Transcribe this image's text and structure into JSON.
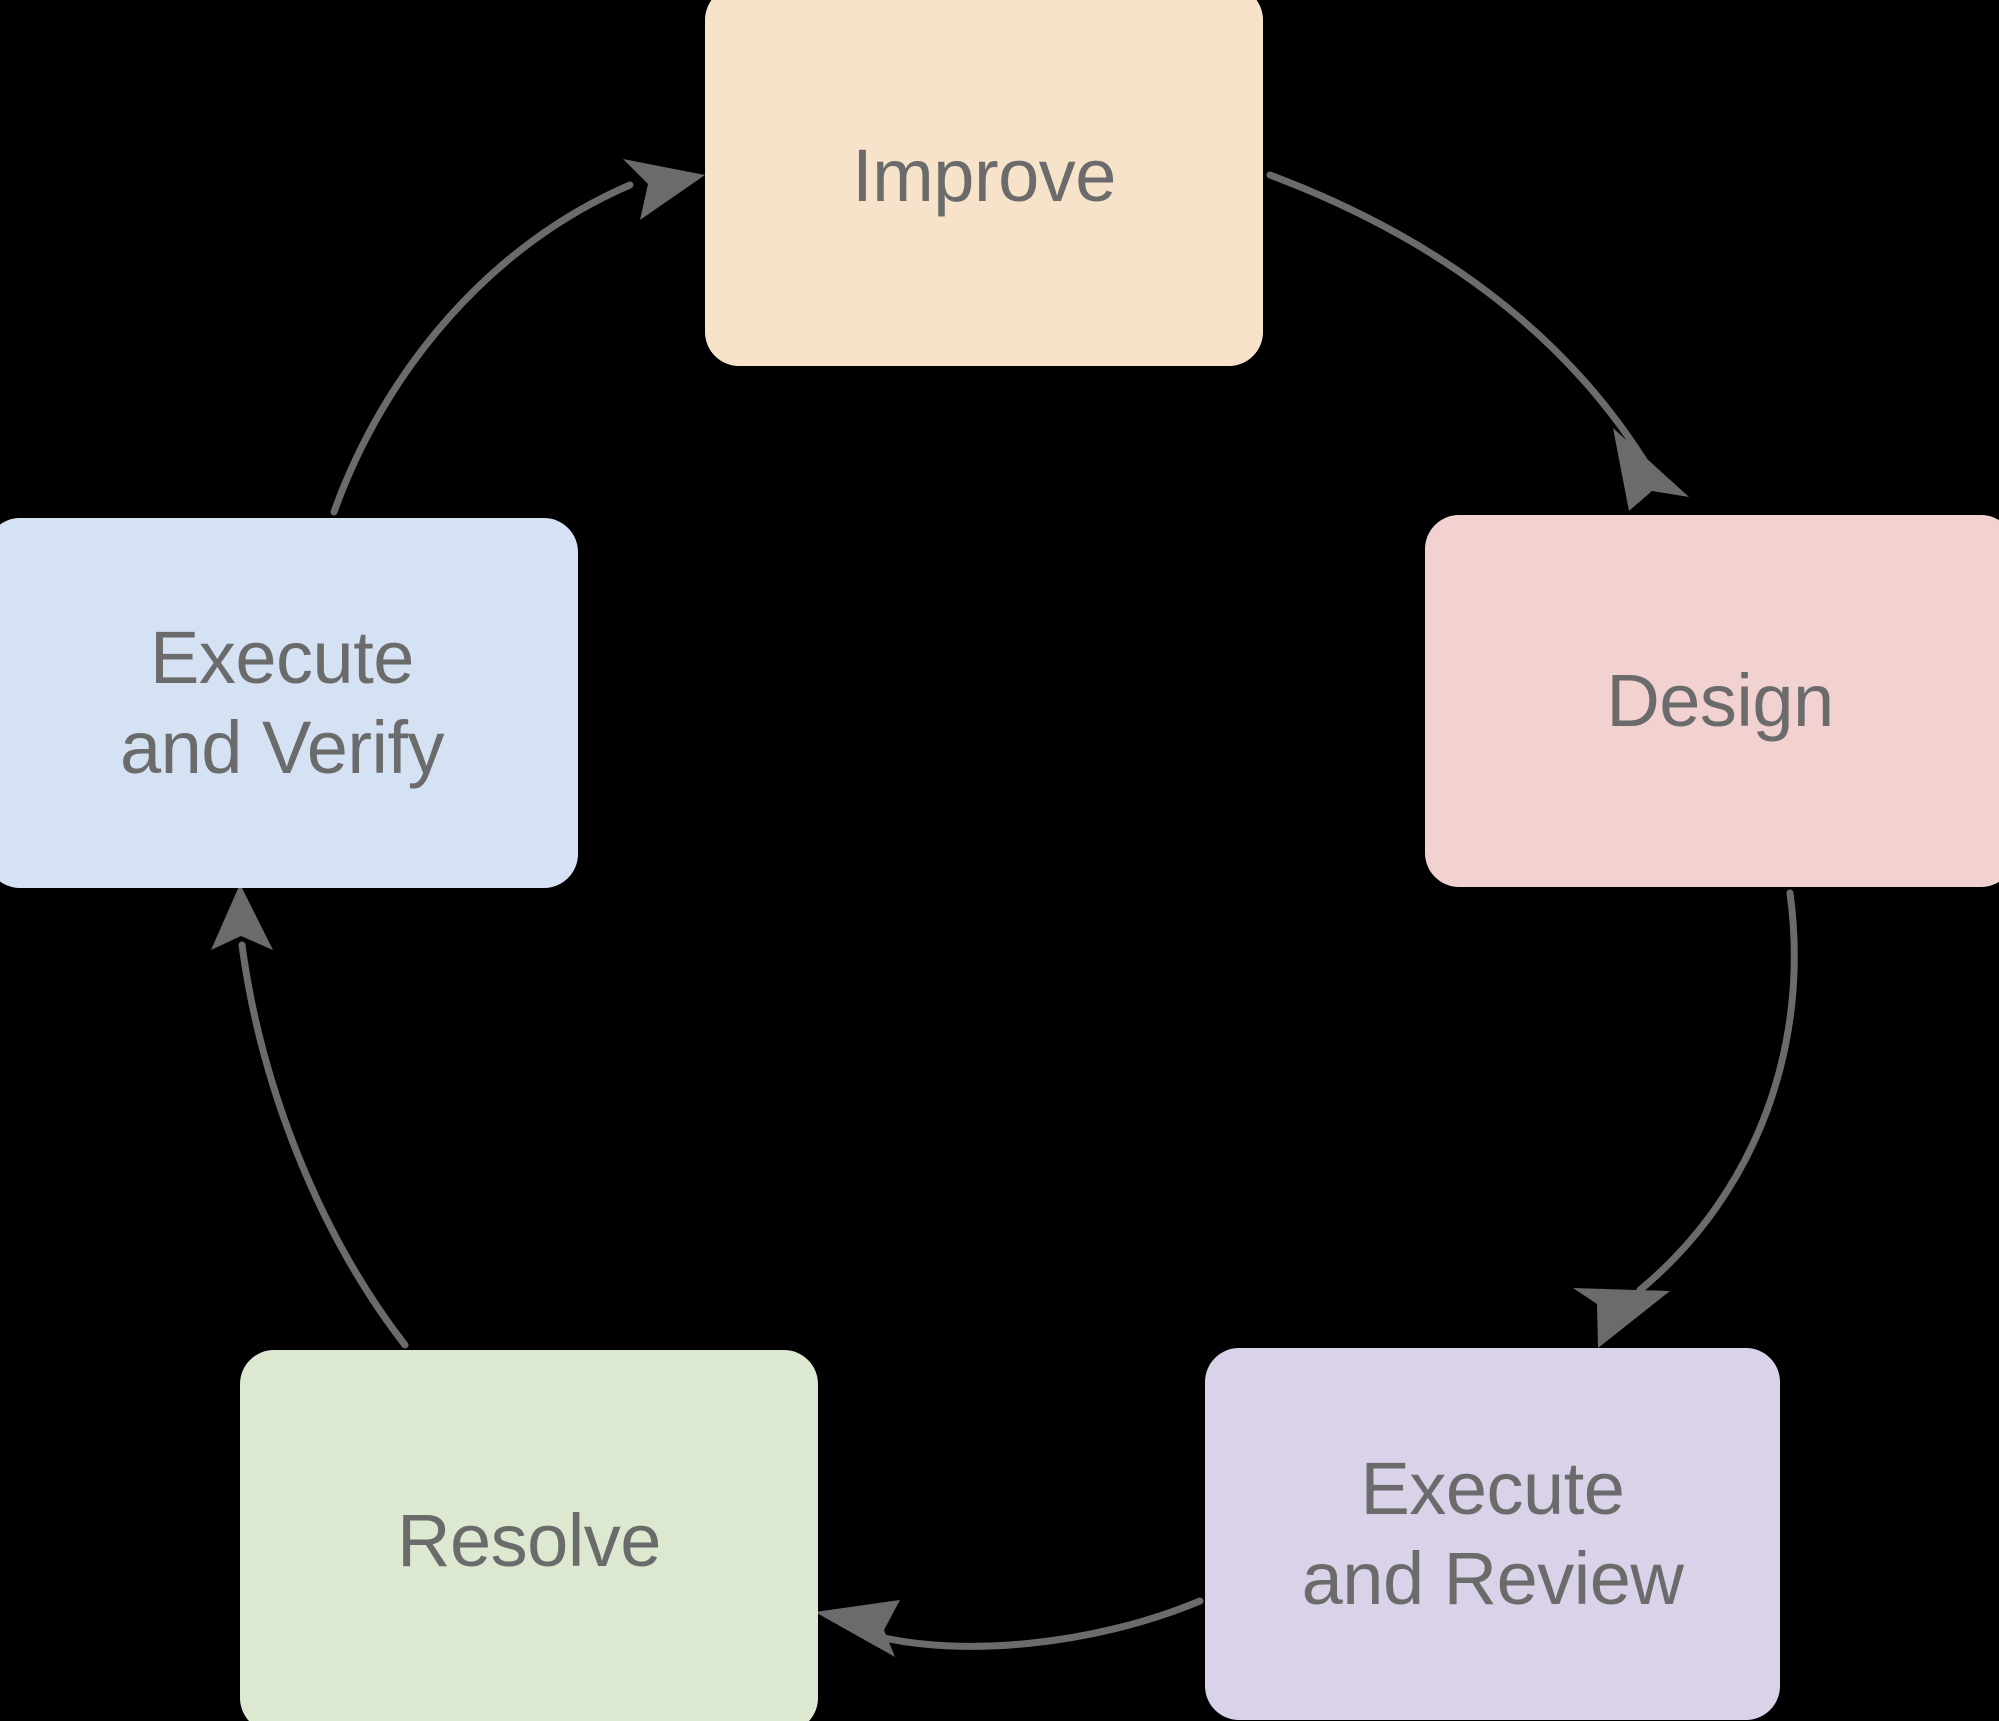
{
  "diagram": {
    "type": "cycle",
    "background_color": "#000000",
    "edge_color": "#6B6B6B",
    "label_color": "#6B6B6B",
    "direction": "clockwise",
    "nodes": [
      {
        "id": "improve",
        "label": "Improve",
        "fill": "#F7E3CA",
        "position": "top"
      },
      {
        "id": "design",
        "label": "Design",
        "fill": "#F2D2D0",
        "position": "right"
      },
      {
        "id": "execute-review",
        "label": "Execute\nand Review",
        "fill": "#D9D2E9",
        "position": "bottom-right"
      },
      {
        "id": "resolve",
        "label": "Resolve",
        "fill": "#DCE9D0",
        "position": "bottom-left"
      },
      {
        "id": "execute-verify",
        "label": "Execute\nand Verify",
        "fill": "#D4E2F4",
        "position": "left"
      }
    ],
    "edges": [
      {
        "id": "improve-to-design",
        "from": "improve",
        "to": "design"
      },
      {
        "id": "design-to-execute-review",
        "from": "design",
        "to": "execute-review"
      },
      {
        "id": "execute-review-to-resolve",
        "from": "execute-review",
        "to": "resolve"
      },
      {
        "id": "resolve-to-execute-verify",
        "from": "resolve",
        "to": "execute-verify"
      },
      {
        "id": "execute-verify-to-improve",
        "from": "execute-verify",
        "to": "improve"
      }
    ]
  }
}
